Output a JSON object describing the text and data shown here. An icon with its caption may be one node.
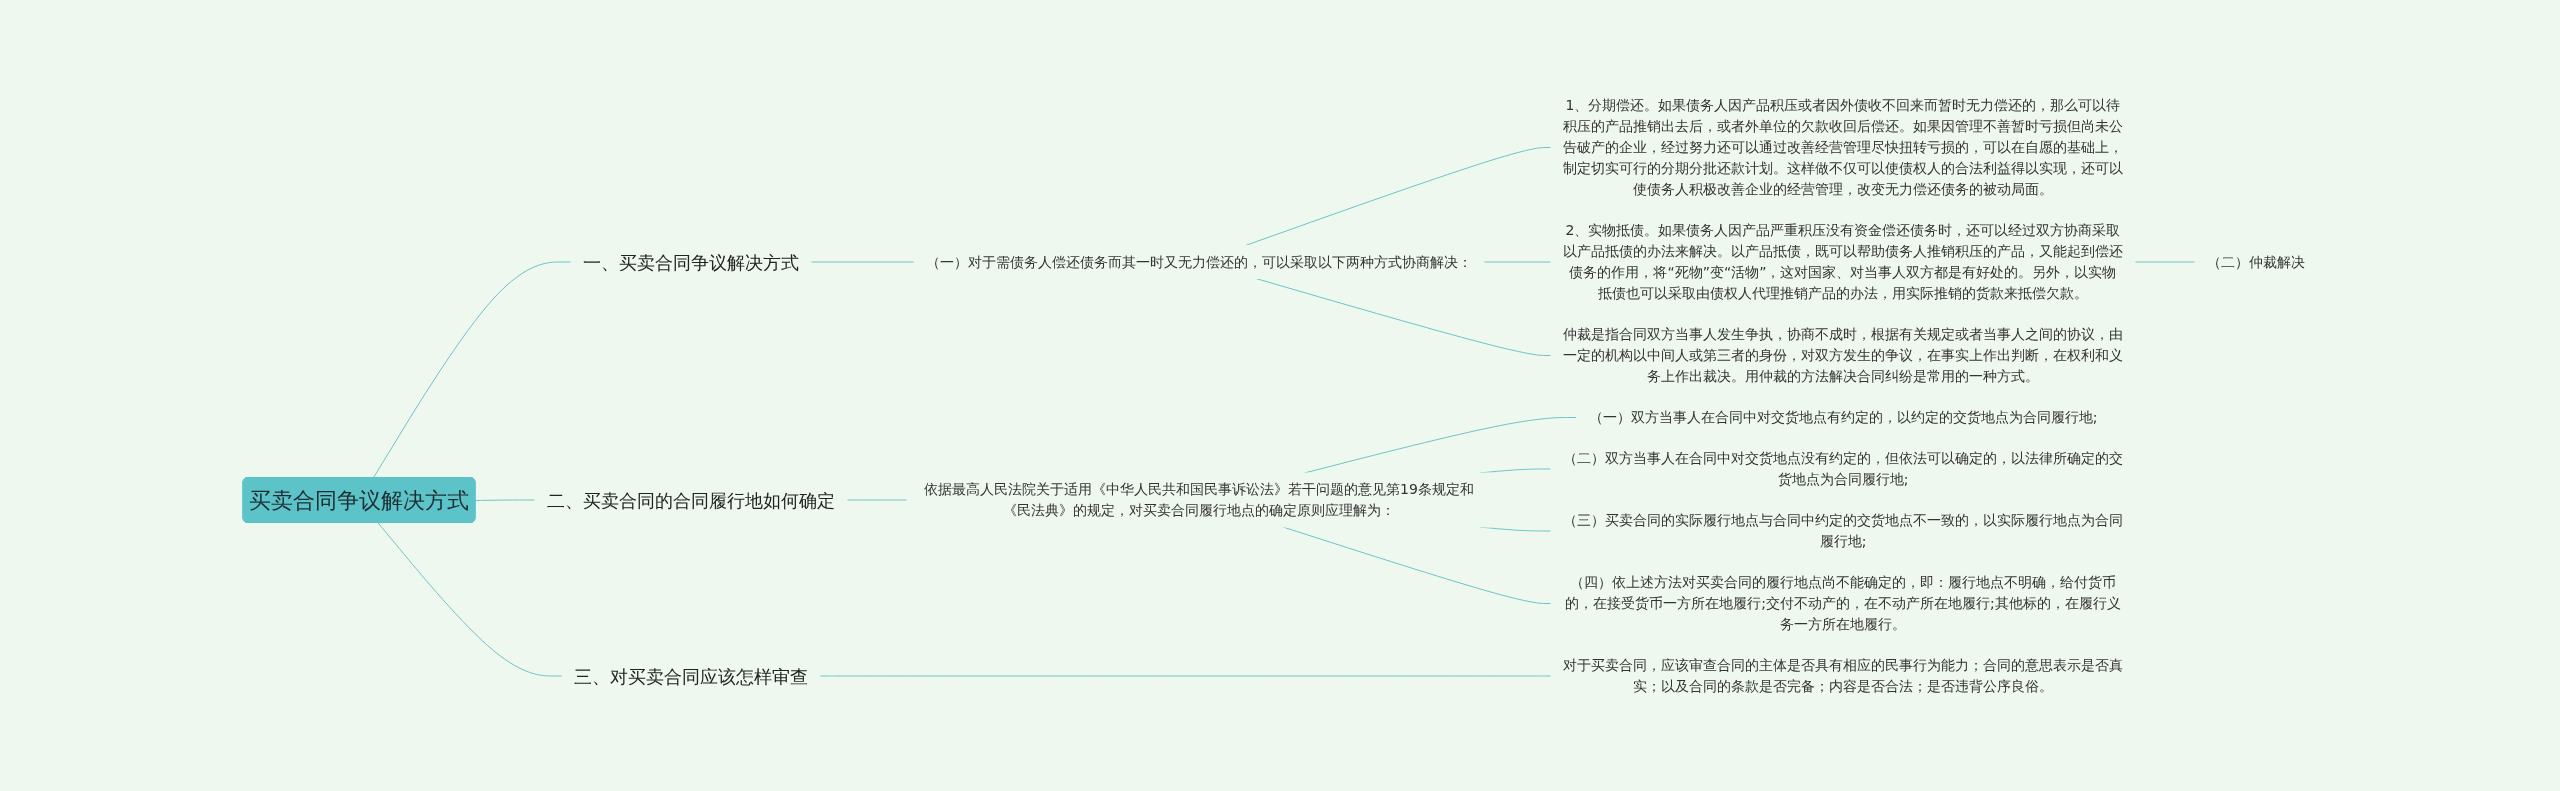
{
  "diagram": {
    "nodes": [
      {
        "text": [
          "买卖合同争议解决方式"
        ]
      },
      {
        "text": [
          "一、买卖合同争议解决方式"
        ]
      },
      {
        "text": [
          "（一）对于需债务人偿还债务而其一时又无力偿还的，可以采取以下两种方式协商解决："
        ]
      },
      {
        "text": [
          "1、分期偿还。如果债务人因产品积压或者因外债收不回来而暂时无力偿还的，那么可以待积压的产品推销出去后，或者外单位的欠款收回后偿还。如果因管理不善暂时亏损但尚未公告破产的企业，经过努力还可以通过改善经营管理尽快扭转亏损的，可以在自愿的基础上，制定切实可行的分期分批还款计划。这样做不仅可以使债权人的合法利益得以实现，还可以使债务人积极改善企业的经营管理，改变无力偿还债务的被动局面。"
        ]
      },
      {
        "text": [
          "2、实物抵债。如果债务人因产品严重积压没有资金偿还债务时，还可以经过双方协商采取以产品抵债的办法来解决。以产品抵债，既可以帮助债务人推销积压的产品，又能起到偿还债务的作用，将“死物”变“活物”，这对国家、对当事人双方都是有好处的。另外，以实物抵债也可以采取由债权人代理推销产品的办法，用实际推销的货款来抵偿欠款。"
        ]
      },
      {
        "text": [
          "仲裁是指合同双方当事人发生争执，协商不成时，根据有关规定或者当事人之间的协议，由一定的机构以中间人或第三者的身份，对双方发生的争议，在事实上作出判断，在权利和义务上作出裁决。用仲裁的方法解决合同纠纷是常用的一种方式。"
        ]
      },
      {
        "text": [
          "（二）仲裁解决"
        ]
      },
      {
        "text": [
          "二、买卖合同的合同履行地如何确定"
        ]
      },
      {
        "text": [
          "依据最高人民法院关于适用《中华人民共和国民事诉讼法》若干问题的意见第19条规定和《民法典》的规定，对买卖合同履行地点的确定原则应理解为："
        ]
      },
      {
        "text": [
          "（一）双方当事人在合同中对交货地点有约定的，以约定的交货地点为合同履行地;"
        ]
      },
      {
        "text": [
          "（二）双方当事人在合同中对交货地点没有约定的，但依法可以确定的，以法律所确定的交货地点为合同履行地;"
        ]
      },
      {
        "text": [
          "（三）买卖合同的实际履行地点与合同中约定的交货地点不一致的，以实际履行地点为合同履行地;"
        ]
      },
      {
        "text": [
          "（四）依上述方法对买卖合同的履行地点尚不能确定的，即：履行地点不明确，给付货币的，在接受货币一方所在地履行;交付不动产的，在不动产所在地履行;其他标的，在履行义务一方所在地履行。"
        ]
      },
      {
        "text": [
          "三、对买卖合同应该怎样审查"
        ]
      },
      {
        "text": [
          "对于买卖合同，应该审查合同的主体是否具有相应的民事行为能力；合同的意思表示是否真实；以及合同的条款是否完备；内容是否合法；是否违背公序良俗。"
        ]
      }
    ],
    "edges": [
      {
        "from": 0,
        "to": 1,
        "arrow": "none"
      },
      {
        "from": 1,
        "to": 2,
        "arrow": "none"
      },
      {
        "from": 2,
        "to": 3,
        "arrow": "none"
      },
      {
        "from": 2,
        "to": 4,
        "arrow": "none"
      },
      {
        "from": 2,
        "to": 5,
        "arrow": "none"
      },
      {
        "from": 4,
        "to": 6,
        "arrow": "none"
      },
      {
        "from": 0,
        "to": 7,
        "arrow": "none"
      },
      {
        "from": 7,
        "to": 8,
        "arrow": "none"
      },
      {
        "from": 8,
        "to": 9,
        "arrow": "none"
      },
      {
        "from": 8,
        "to": 10,
        "arrow": "none"
      },
      {
        "from": 8,
        "to": 11,
        "arrow": "none"
      },
      {
        "from": 8,
        "to": 12,
        "arrow": "none"
      },
      {
        "from": 0,
        "to": 13,
        "arrow": "none"
      },
      {
        "from": 13,
        "to": 14,
        "arrow": "none"
      }
    ]
  }
}
